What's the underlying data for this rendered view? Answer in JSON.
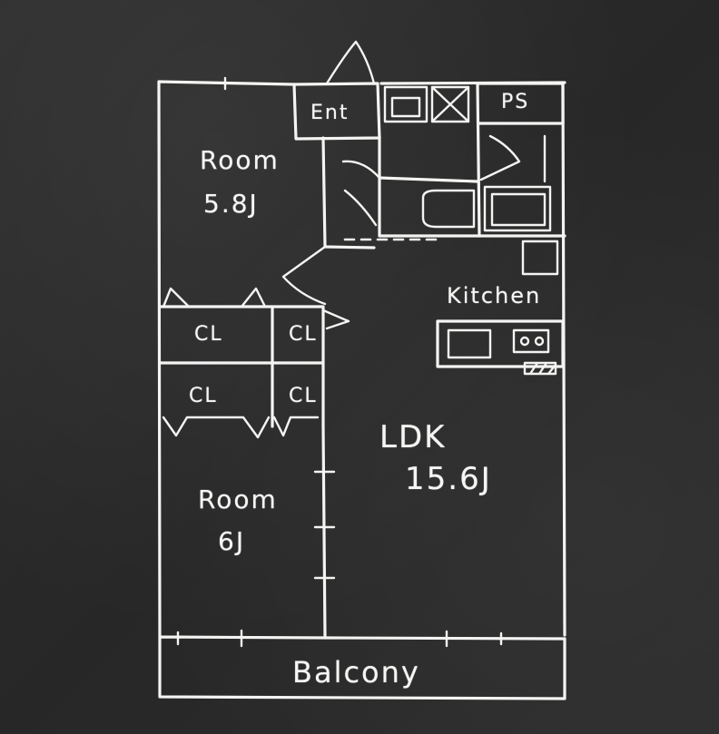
{
  "rooms": {
    "entrance": "Ent",
    "pipe_space": "PS",
    "room1_name": "Room",
    "room1_size": "5.8J",
    "kitchen": "Kitchen",
    "closet_a": "CL",
    "closet_b": "CL",
    "closet_c": "CL",
    "closet_d": "CL",
    "ldk_name": "LDK",
    "ldk_size": "15.6J",
    "room2_name": "Room",
    "room2_size": "6J",
    "balcony": "Balcony"
  },
  "colors": {
    "background": "#2b2b2b",
    "chalk": "#f4f4f2"
  }
}
